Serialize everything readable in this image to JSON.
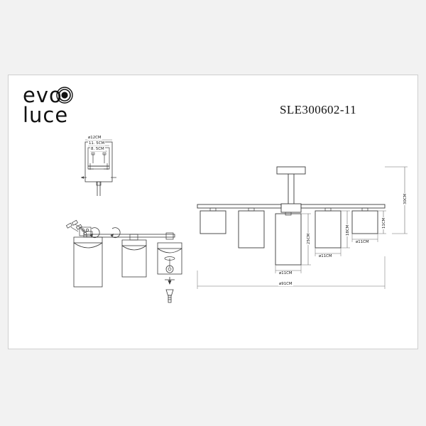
{
  "sheet": {
    "brand": {
      "line1": "evo",
      "line2": "luce",
      "mark": "target-circle-icon"
    },
    "product_code": "SLE300602-11"
  },
  "canopy_detail": {
    "name": "ceiling-canopy-detail",
    "dimensions": {
      "diameter": "ø12CM",
      "middle": "11. 5CM",
      "inner": "8. 5CM"
    }
  },
  "main_drawing": {
    "name": "front-elevation",
    "shade_count": 5,
    "dimensions": {
      "overall_width": "ø91CM",
      "overall_height": "30CM",
      "shade_height_center": "25CM",
      "shade_height_mid": "18CM",
      "shade_height_outer": "11CM",
      "shade_diameter_center": "ø11CM",
      "shade_diameter_mid": "ø11CM",
      "shade_diameter_outer": "ø11CM"
    }
  },
  "assembly_detail": {
    "name": "assembly-steps",
    "steps": 3,
    "symbols": [
      "rotate-arrow-icon",
      "rotate-arrow-icon",
      "bulb-icon"
    ]
  }
}
